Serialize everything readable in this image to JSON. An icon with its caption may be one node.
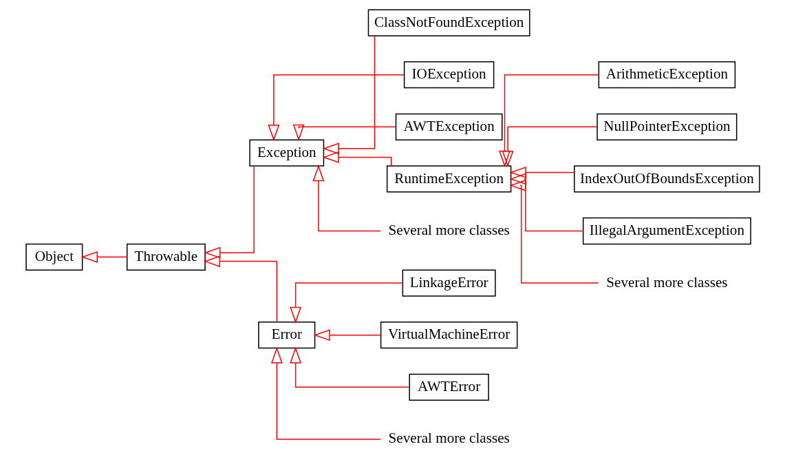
{
  "diagram": {
    "nodes": [
      {
        "text": [
          "Object"
        ]
      },
      {
        "text": [
          "Throwable"
        ]
      },
      {
        "text": [
          "Exception"
        ]
      },
      {
        "text": [
          "Error"
        ]
      },
      {
        "text": [
          "ClassNotFoundException"
        ]
      },
      {
        "text": [
          "IOException"
        ]
      },
      {
        "text": [
          "AWTException"
        ]
      },
      {
        "text": [
          "RuntimeException"
        ]
      },
      {
        "text": [
          "Several more classes"
        ]
      },
      {
        "text": [
          "ArithmeticException"
        ]
      },
      {
        "text": [
          "NullPointerException"
        ]
      },
      {
        "text": [
          "IndexOutOfBoundsException"
        ]
      },
      {
        "text": [
          "IllegalArgumentException"
        ]
      },
      {
        "text": [
          "Several more classes"
        ]
      },
      {
        "text": [
          "LinkageError"
        ]
      },
      {
        "text": [
          "VirtualMachineError"
        ]
      },
      {
        "text": [
          "AWTError"
        ]
      },
      {
        "text": [
          "Several more classes"
        ]
      }
    ],
    "edges": [
      {
        "from": 1,
        "to": 0,
        "arrow": "to"
      },
      {
        "from": 2,
        "to": 1,
        "arrow": "to"
      },
      {
        "from": 3,
        "to": 1,
        "arrow": "to"
      },
      {
        "from": 4,
        "to": 2,
        "arrow": "to"
      },
      {
        "from": 5,
        "to": 2,
        "arrow": "to"
      },
      {
        "from": 6,
        "to": 2,
        "arrow": "to"
      },
      {
        "from": 7,
        "to": 2,
        "arrow": "to"
      },
      {
        "from": 8,
        "to": 2,
        "arrow": "to"
      },
      {
        "from": 9,
        "to": 7,
        "arrow": "to"
      },
      {
        "from": 10,
        "to": 7,
        "arrow": "to"
      },
      {
        "from": 11,
        "to": 7,
        "arrow": "to"
      },
      {
        "from": 12,
        "to": 7,
        "arrow": "to"
      },
      {
        "from": 13,
        "to": 7,
        "arrow": "to"
      },
      {
        "from": 14,
        "to": 3,
        "arrow": "to"
      },
      {
        "from": 15,
        "to": 3,
        "arrow": "to"
      },
      {
        "from": 16,
        "to": 3,
        "arrow": "to"
      },
      {
        "from": 17,
        "to": 3,
        "arrow": "to"
      }
    ]
  }
}
